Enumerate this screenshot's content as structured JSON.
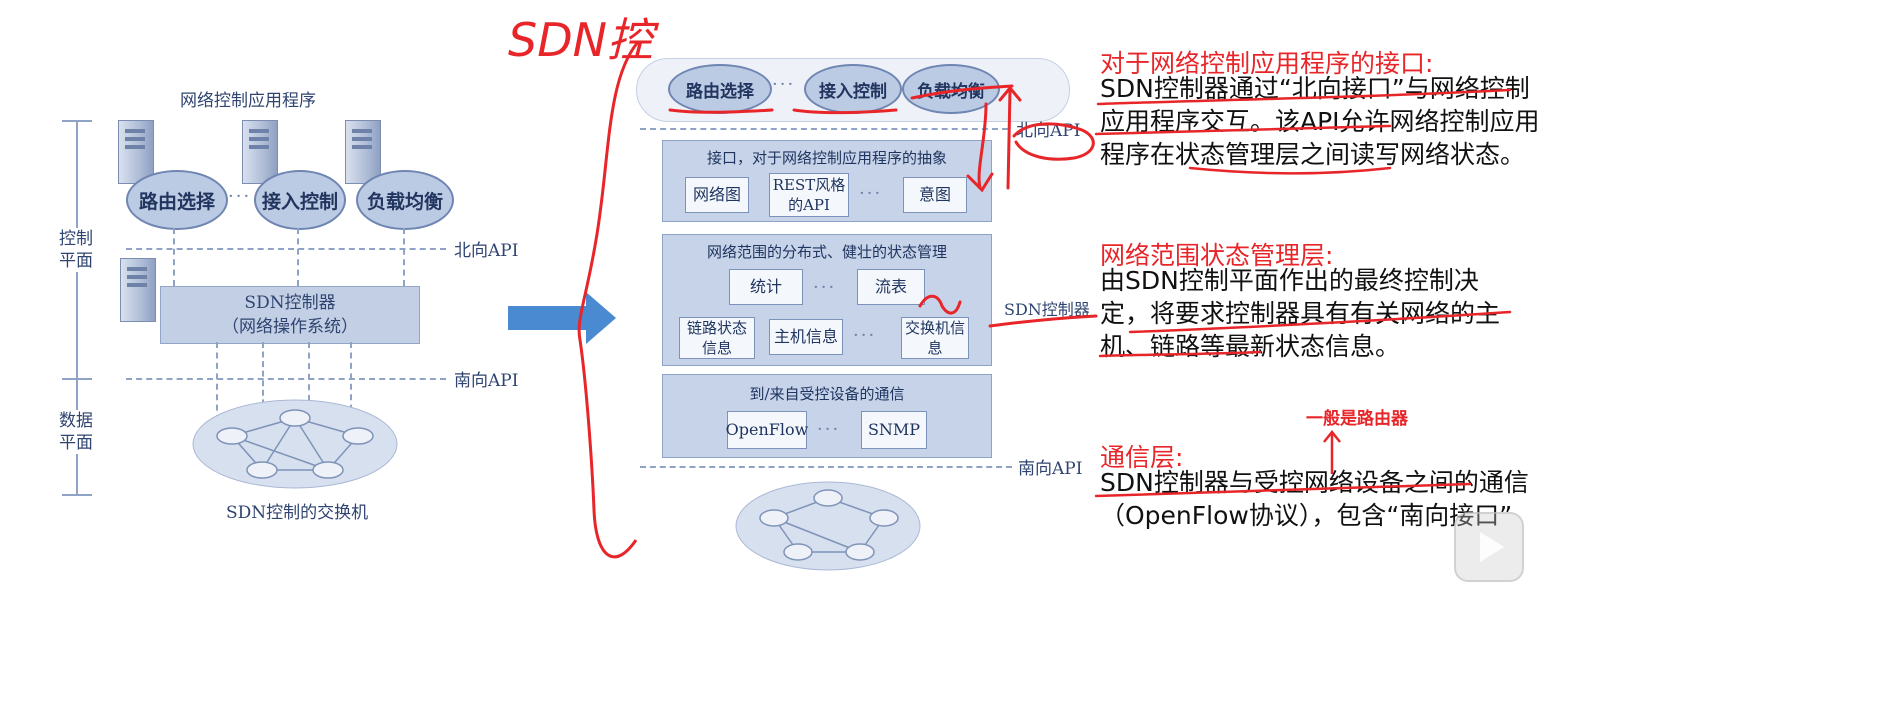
{
  "left_diagram": {
    "apps_title": "网络控制应用程序",
    "apps": [
      "路由选择",
      "接入控制",
      "负载均衡"
    ],
    "ellipsis": "···",
    "northbound_api": "北向API",
    "southbound_api": "南向API",
    "control_plane": "控制平面",
    "data_plane": "数据平面",
    "controller_line1": "SDN控制器",
    "controller_line2": "（网络操作系统）",
    "switches_label": "SDN控制的交换机"
  },
  "right_diagram": {
    "apps": [
      "路由选择",
      "接入控制",
      "负载均衡"
    ],
    "ellipsis": "···",
    "northbound_api": "北向API",
    "southbound_api": "南向API",
    "controller_label": "SDN控制器",
    "interface_layer": {
      "title": "接口，对于网络控制应用程序的抽象",
      "items": [
        "网络图",
        "REST风格的API",
        "意图"
      ]
    },
    "state_layer": {
      "title": "网络范围的分布式、健壮的状态管理",
      "row1": [
        "统计",
        "流表"
      ],
      "row2": [
        "链路状态信息",
        "主机信息",
        "交换机信息"
      ]
    },
    "comm_layer": {
      "title": "到/来自受控设备的通信",
      "items": [
        "OpenFlow",
        "SNMP"
      ]
    }
  },
  "annotations": {
    "handwritten_title": "SDN控",
    "interface_heading": "对于网络控制应用程序的接口:",
    "interface_body": "SDN控制器通过“北向接口”与网络控制应用程序交互。该API允许网络控制应用程序在状态管理层之间读写网络状态。",
    "state_heading": "网络范围状态管理层:",
    "state_body": "由SDN控制平面作出的最终控制决定，将要求控制器具有有关网络的主机、链路等最新状态信息。",
    "comm_heading": "通信层:",
    "comm_body": "SDN控制器与受控网络设备之间的通信（OpenFlow协议），包含“南向接口”",
    "router_note": "一般是路由器"
  },
  "colors": {
    "accent_red": "#e8262a",
    "arrow_blue": "#4a8ad0",
    "diagram_blue": "#c7d3e8"
  }
}
